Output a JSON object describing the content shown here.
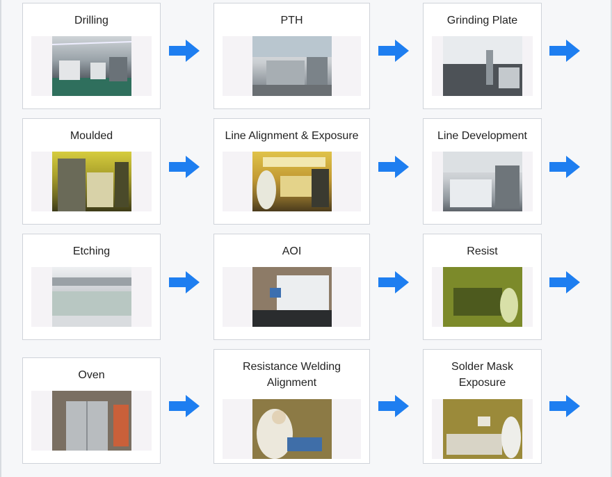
{
  "colors": {
    "arrow": "#1e7ef0",
    "card_border": "#cfd3d9",
    "title": "#222222"
  },
  "steps": [
    {
      "title": "Drilling",
      "photo": "drilling-photo",
      "theme": "p-gray"
    },
    {
      "title": "PTH",
      "photo": "pth-photo",
      "theme": "p-light"
    },
    {
      "title": "Grinding Plate",
      "photo": "grinding-plate-photo",
      "theme": "p-light"
    },
    {
      "title": "Moulded",
      "photo": "moulded-photo",
      "theme": "p-green"
    },
    {
      "title": "Line Alignment & Exposure",
      "photo": "line-alignment-photo",
      "theme": "p-yellow"
    },
    {
      "title": "Line Development",
      "photo": "line-development-photo",
      "theme": "p-light"
    },
    {
      "title": "Etching",
      "photo": "etching-photo",
      "theme": "p-light"
    },
    {
      "title": "AOI",
      "photo": "aoi-photo",
      "theme": "p-gray"
    },
    {
      "title": "Resist",
      "photo": "resist-photo",
      "theme": "p-green"
    },
    {
      "title": "Oven",
      "photo": "oven-photo",
      "theme": "p-gray"
    },
    {
      "title_lines": [
        "Resistance Welding",
        "Alignment"
      ],
      "photo": "resistance-welding-photo",
      "theme": "p-yellow"
    },
    {
      "title_lines": [
        "Solder Mask",
        "Exposure"
      ],
      "photo": "solder-mask-photo",
      "theme": "p-yellow"
    }
  ]
}
